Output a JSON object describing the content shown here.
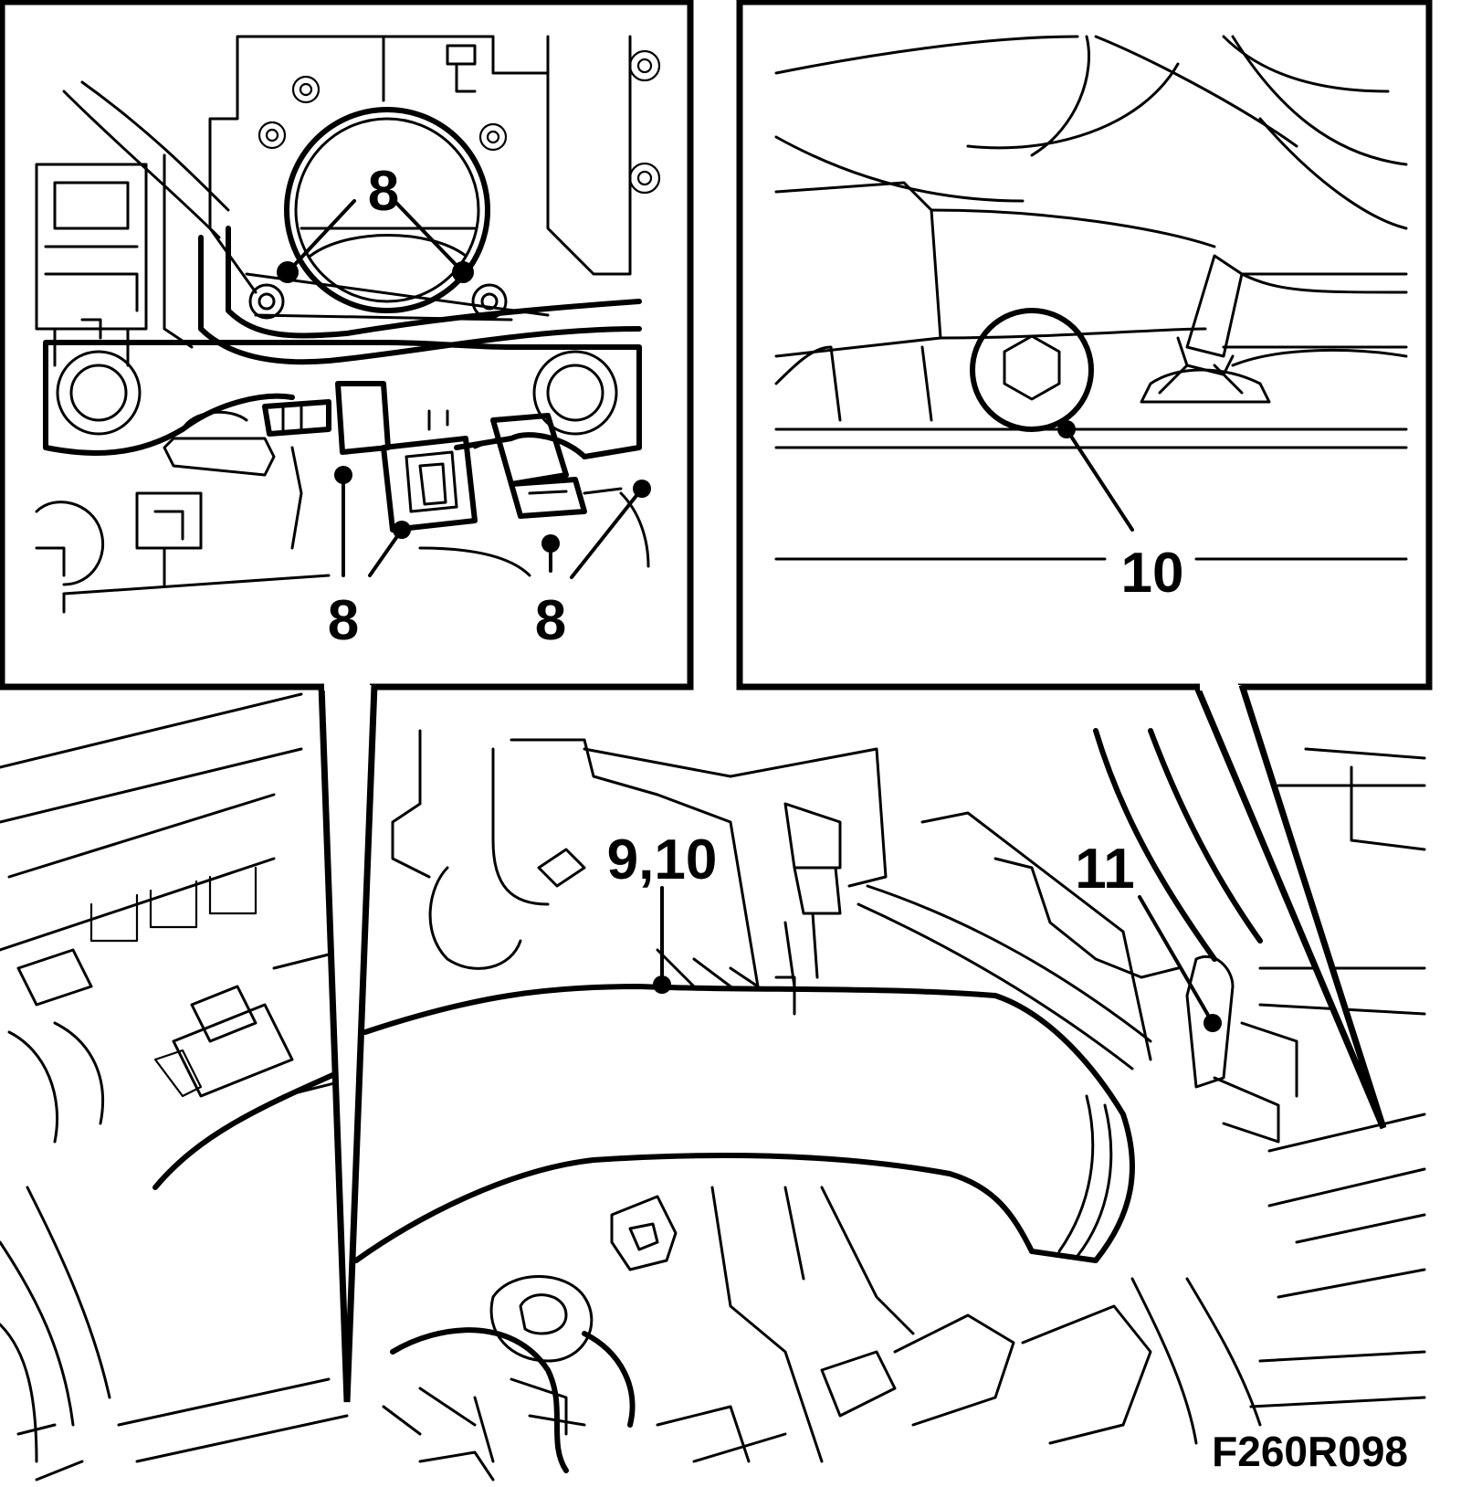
{
  "callouts": {
    "throttle_bolts": "8",
    "sensor_left": "8",
    "sensor_right": "8",
    "oil_drain_plug": "10",
    "hose": "9,10",
    "clamp": "11"
  },
  "figure_code": "F260R098"
}
